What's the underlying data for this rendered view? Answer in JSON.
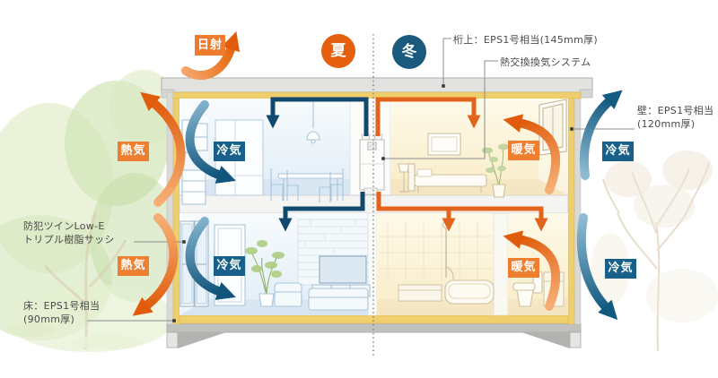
{
  "diagram": {
    "title_hint": "住宅断熱・熱交換換気 夏冬比較断面図",
    "solar_label": "日射",
    "season_badges": {
      "summer": "夏",
      "winter": "冬"
    },
    "callouts": {
      "beam_top": "桁上：EPS1号相当(145mm厚)",
      "heat_exchange": "熱交換換気システム",
      "wall_line1": "壁：EPS1号相当",
      "wall_line2": "(120mm厚)",
      "window_line1": "防犯ツインLow-E",
      "window_line2": "トリプル樹脂サッシ",
      "floor_line1": "床：EPS1号相当",
      "floor_line2": "(90mm厚)"
    },
    "flow_labels": {
      "outside_left_top": "熱気",
      "outside_left_bottom": "熱気",
      "outside_right_top": "冷気",
      "outside_right_bottom": "冷気",
      "indoor_2f_left": "冷気",
      "indoor_1f_left": "冷気",
      "indoor_2f_right": "暖気",
      "indoor_1f_right": "暖気"
    },
    "colors": {
      "summer_accent": "#e4600f",
      "winter_accent": "#1a5a7d",
      "hot_flow_label": "#ee7e30",
      "cold_flow_label": "#16608a",
      "duct_warm": "#e2631b",
      "duct_cool": "#11496e",
      "insulation_yellow": "#efce6c"
    }
  }
}
